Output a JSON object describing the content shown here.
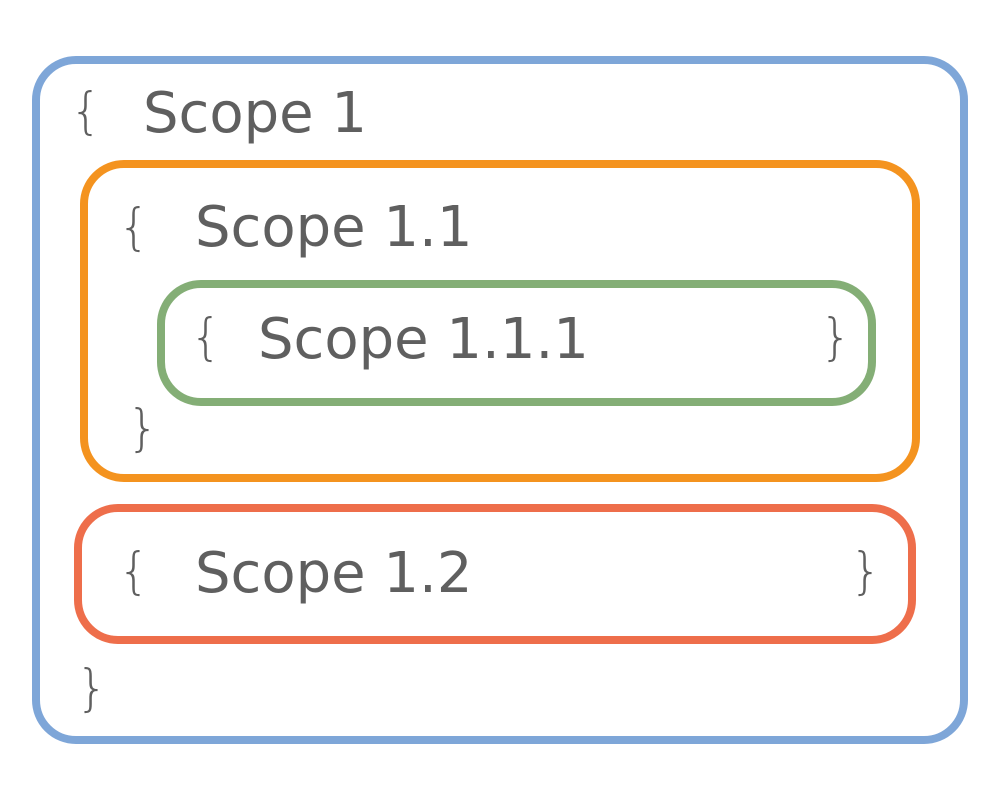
{
  "colors": {
    "scope_1": "#7ea6d8",
    "scope_1_1": "#f4931f",
    "scope_1_1_1": "#84ae76",
    "scope_1_2": "#ee6e4b",
    "text": "#5f5f5f"
  },
  "scopes": {
    "scope_1": {
      "open": "{",
      "label": "Scope 1",
      "close": "}"
    },
    "scope_1_1": {
      "open": "{",
      "label": "Scope 1.1",
      "close": "}"
    },
    "scope_1_1_1": {
      "open": "{",
      "label": "Scope 1.1.1",
      "close": "}"
    },
    "scope_1_2": {
      "open": "{",
      "label": "Scope 1.2",
      "close": "}"
    }
  }
}
